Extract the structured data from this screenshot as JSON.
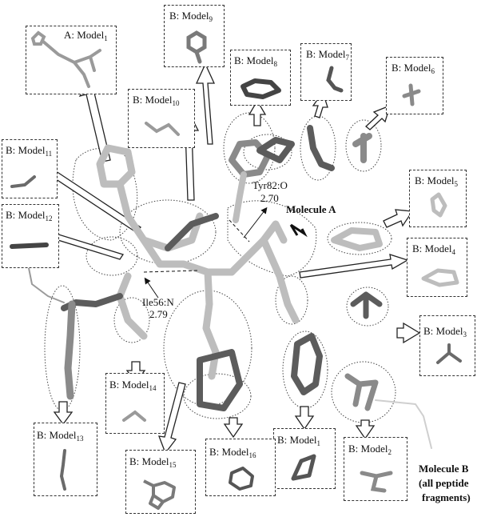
{
  "figure": {
    "models": [
      {
        "id": "A1",
        "prefix": "A: Model",
        "sub": "1"
      },
      {
        "id": "B9",
        "prefix": "B: Model",
        "sub": "9"
      },
      {
        "id": "B8",
        "prefix": "B: Model",
        "sub": "8"
      },
      {
        "id": "B7",
        "prefix": "B: Model",
        "sub": "7"
      },
      {
        "id": "B6",
        "prefix": "B: Model",
        "sub": "6"
      },
      {
        "id": "B10",
        "prefix": "B: Model",
        "sub": "10"
      },
      {
        "id": "B11",
        "prefix": "B: Model",
        "sub": "11"
      },
      {
        "id": "B5",
        "prefix": "B: Model",
        "sub": "5"
      },
      {
        "id": "B12",
        "prefix": "B: Model",
        "sub": "12"
      },
      {
        "id": "B4",
        "prefix": "B: Model",
        "sub": "4"
      },
      {
        "id": "B3",
        "prefix": "B: Model",
        "sub": "3"
      },
      {
        "id": "B14",
        "prefix": "B: Model",
        "sub": "14"
      },
      {
        "id": "B13",
        "prefix": "B: Model",
        "sub": "13"
      },
      {
        "id": "B1",
        "prefix": "B: Model",
        "sub": "1"
      },
      {
        "id": "B2",
        "prefix": "B: Model",
        "sub": "2"
      },
      {
        "id": "B15",
        "prefix": "B: Model",
        "sub": "15"
      },
      {
        "id": "B16",
        "prefix": "B: Model",
        "sub": "16"
      }
    ],
    "annotations": {
      "tyr_label": "Tyr82:O",
      "tyr_distance": "2.70",
      "ile_label": "Ile56:N",
      "ile_distance": "2.79",
      "molecule_a": "Molecule A",
      "molecule_b_line1": "Molecule B",
      "molecule_b_line2": "(all peptide",
      "molecule_b_line3": "fragments)"
    },
    "colors": {
      "ligand_light": "#bdbdbd",
      "ligand_dark": "#5c5c5c",
      "outline": "#333333"
    }
  }
}
